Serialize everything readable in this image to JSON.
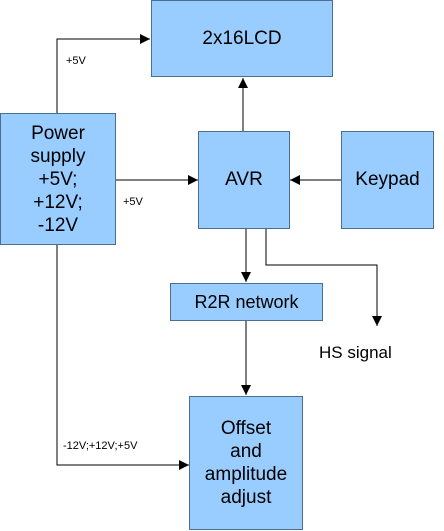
{
  "blocks": {
    "lcd": "2x16LCD",
    "power": "Power\nsupply\n+5V;\n+12V;\n-12V",
    "avr": "AVR",
    "keypad": "Keypad",
    "r2r": "R2R network",
    "offset": "Offset\nand\namplitude\nadjust"
  },
  "labels": {
    "lcd_supply": "+5V",
    "avr_supply": "+5V",
    "offset_supply": "-12V;+12V;+5V",
    "hs_signal": "HS signal"
  },
  "colors": {
    "block_fill": "#99ccff",
    "block_border": "#4a6f8f",
    "line": "#000000"
  }
}
